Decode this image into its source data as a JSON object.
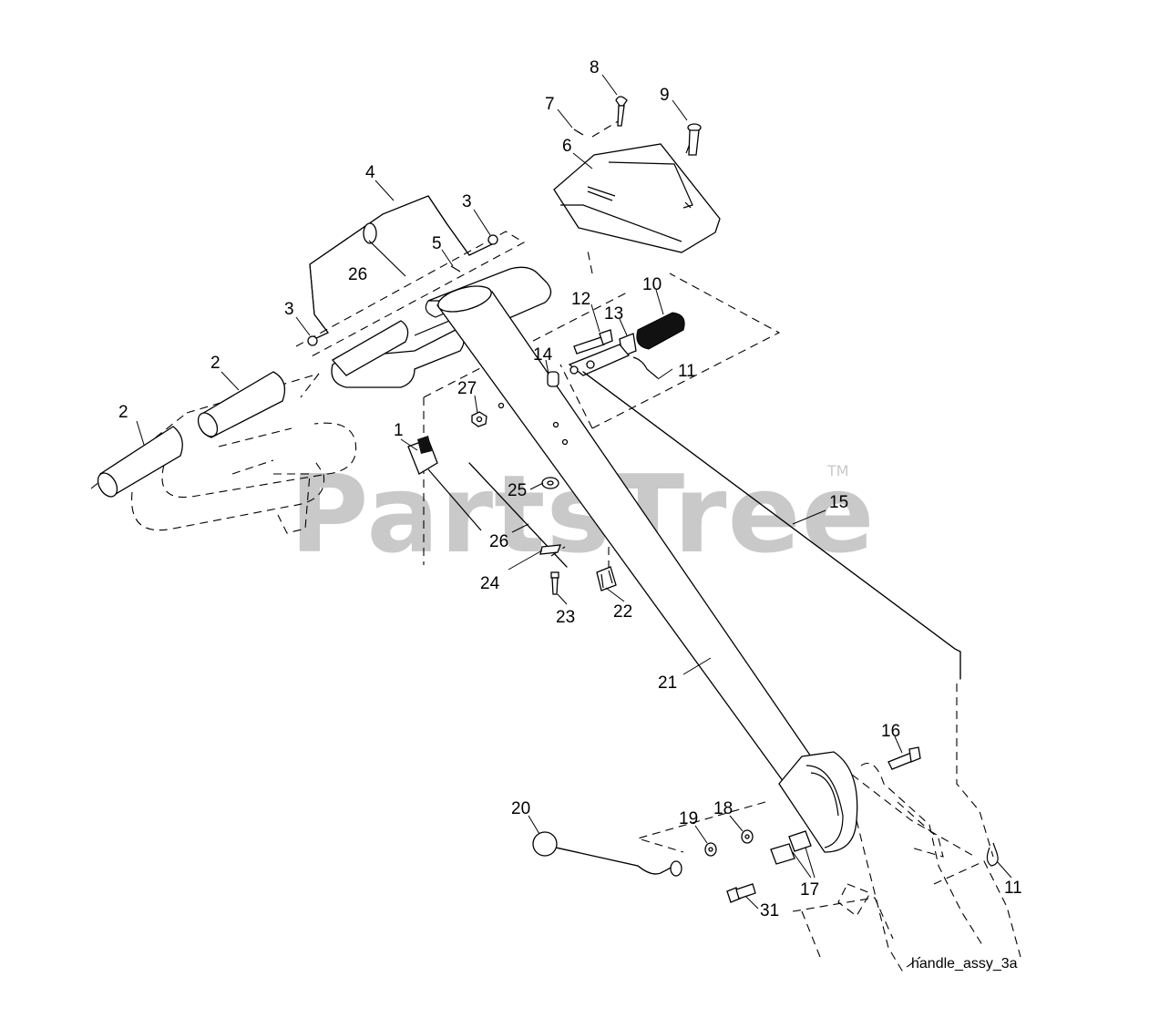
{
  "watermark": {
    "text": "PartsTree",
    "trademark": "TM"
  },
  "caption": "handle_assy_3a",
  "callouts": [
    {
      "id": "c1",
      "text": "1"
    },
    {
      "id": "c2a",
      "text": "2"
    },
    {
      "id": "c2b",
      "text": "2"
    },
    {
      "id": "c3a",
      "text": "3"
    },
    {
      "id": "c3b",
      "text": "3"
    },
    {
      "id": "c4",
      "text": "4"
    },
    {
      "id": "c5",
      "text": "5"
    },
    {
      "id": "c6",
      "text": "6"
    },
    {
      "id": "c7",
      "text": "7"
    },
    {
      "id": "c8",
      "text": "8"
    },
    {
      "id": "c9",
      "text": "9"
    },
    {
      "id": "c10",
      "text": "10"
    },
    {
      "id": "c11a",
      "text": "11"
    },
    {
      "id": "c11b",
      "text": "11"
    },
    {
      "id": "c12",
      "text": "12"
    },
    {
      "id": "c13",
      "text": "13"
    },
    {
      "id": "c14",
      "text": "14"
    },
    {
      "id": "c15",
      "text": "15"
    },
    {
      "id": "c16",
      "text": "16"
    },
    {
      "id": "c17",
      "text": "17"
    },
    {
      "id": "c18",
      "text": "18"
    },
    {
      "id": "c19",
      "text": "19"
    },
    {
      "id": "c20",
      "text": "20"
    },
    {
      "id": "c21",
      "text": "21"
    },
    {
      "id": "c22",
      "text": "22"
    },
    {
      "id": "c23",
      "text": "23"
    },
    {
      "id": "c24",
      "text": "24"
    },
    {
      "id": "c25",
      "text": "25"
    },
    {
      "id": "c26a",
      "text": "26"
    },
    {
      "id": "c26b",
      "text": "26"
    },
    {
      "id": "c27",
      "text": "27"
    },
    {
      "id": "c31",
      "text": "31"
    }
  ]
}
